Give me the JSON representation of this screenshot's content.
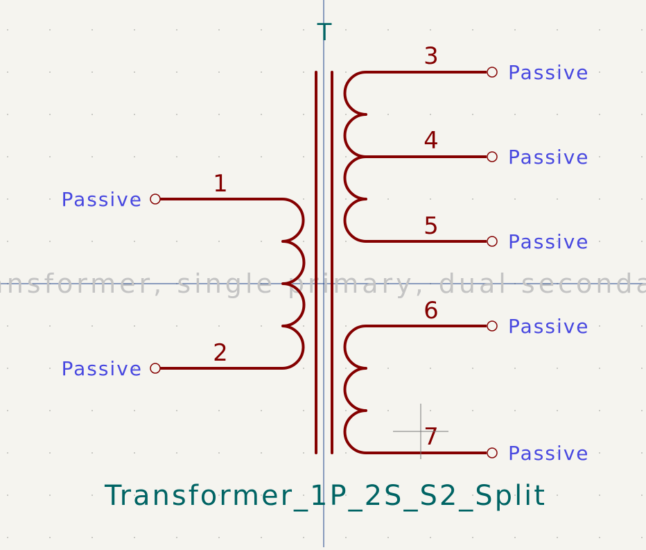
{
  "symbol": {
    "reference": "T",
    "value": "Transformer_1P_2S_S2_Split",
    "description": "Transformer, single primary, dual secondary"
  },
  "pins": [
    {
      "number": "1",
      "type": "Passive"
    },
    {
      "number": "2",
      "type": "Passive"
    },
    {
      "number": "3",
      "type": "Passive"
    },
    {
      "number": "4",
      "type": "Passive"
    },
    {
      "number": "5",
      "type": "Passive"
    },
    {
      "number": "6",
      "type": "Passive"
    },
    {
      "number": "7",
      "type": "Passive"
    }
  ],
  "colors": {
    "background": "#f5f4ef",
    "body": "#840000",
    "pin_type_text": "#4848e0",
    "field_text": "#006464",
    "description_text": "#c4c4c4",
    "crosshair": "#1a3f88",
    "grid_dot": "#c9c9c4"
  }
}
